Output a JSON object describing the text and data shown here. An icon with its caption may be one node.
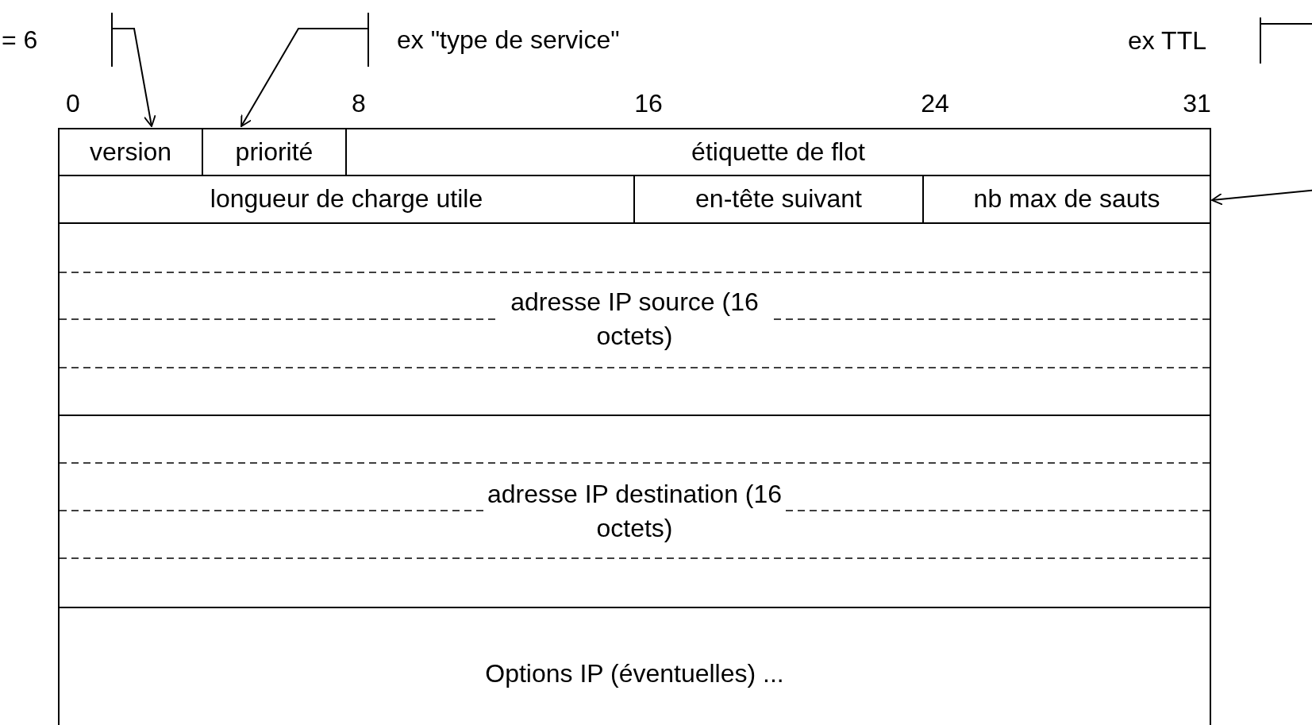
{
  "diagram": {
    "nodes": [
      {
        "text": [
          "= 6"
        ]
      },
      {
        "text": [
          "ex \"type de service\""
        ]
      },
      {
        "text": [
          "ex TTL"
        ]
      },
      {
        "text": [
          "version"
        ]
      },
      {
        "text": [
          "priorité"
        ]
      },
      {
        "text": [
          "étiquette de flot"
        ]
      },
      {
        "text": [
          "longueur de charge utile"
        ]
      },
      {
        "text": [
          "en-tête suivant"
        ]
      },
      {
        "text": [
          "nb max de sauts"
        ]
      },
      {
        "text": [
          "adresse IP source (16 octets)"
        ]
      },
      {
        "text": [
          "adresse IP destination (16 octets)"
        ]
      },
      {
        "text": [
          "Options IP (éventuelles) ..."
        ]
      }
    ],
    "edges": [
      {
        "from": 0,
        "to": 3,
        "arrow": "to"
      },
      {
        "from": 1,
        "to": 4,
        "arrow": "to"
      },
      {
        "from": 2,
        "to": 8,
        "arrow": "to"
      }
    ],
    "labels": [
      "0",
      "8",
      "16",
      "24",
      "31"
    ]
  }
}
